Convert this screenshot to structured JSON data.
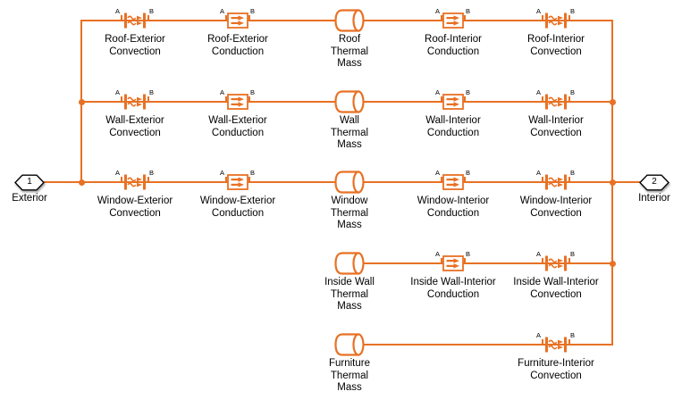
{
  "colors": {
    "accent": "#e87124",
    "text": "#000000",
    "background": "#ffffff"
  },
  "pins": {
    "a": "A",
    "b": "B"
  },
  "ports": [
    {
      "number": "1",
      "label": "Exterior",
      "direction": "left"
    },
    {
      "number": "2",
      "label": "Interior",
      "direction": "right"
    }
  ],
  "rows": [
    {
      "name": "roof",
      "blocks": [
        {
          "type": "convection",
          "label": "Roof-Exterior\nConvection"
        },
        {
          "type": "conduction",
          "label": "Roof-Exterior\nConduction"
        },
        {
          "type": "thermal_mass",
          "label": "Roof\nThermal\nMass"
        },
        {
          "type": "conduction",
          "label": "Roof-Interior\nConduction"
        },
        {
          "type": "convection",
          "label": "Roof-Interior\nConvection"
        }
      ]
    },
    {
      "name": "wall",
      "blocks": [
        {
          "type": "convection",
          "label": "Wall-Exterior\nConvection"
        },
        {
          "type": "conduction",
          "label": "Wall-Exterior\nConduction"
        },
        {
          "type": "thermal_mass",
          "label": "Wall\nThermal\nMass"
        },
        {
          "type": "conduction",
          "label": "Wall-Interior\nConduction"
        },
        {
          "type": "convection",
          "label": "Wall-Interior\nConvection"
        }
      ]
    },
    {
      "name": "window",
      "blocks": [
        {
          "type": "convection",
          "label": "Window-Exterior\nConvection"
        },
        {
          "type": "conduction",
          "label": "Window-Exterior\nConduction"
        },
        {
          "type": "thermal_mass",
          "label": "Window\nThermal\nMass"
        },
        {
          "type": "conduction",
          "label": "Window-Interior\nConduction"
        },
        {
          "type": "convection",
          "label": "Window-Interior\nConvection"
        }
      ]
    },
    {
      "name": "inside_wall",
      "blocks": [
        {
          "type": "thermal_mass",
          "label": "Inside Wall\nThermal\nMass"
        },
        {
          "type": "conduction",
          "label": "Inside Wall-Interior\nConduction"
        },
        {
          "type": "convection",
          "label": "Inside Wall-Interior\nConvection"
        }
      ]
    },
    {
      "name": "furniture",
      "blocks": [
        {
          "type": "thermal_mass",
          "label": "Furniture\nThermal\nMass"
        },
        {
          "type": "convection",
          "label": "Furniture-Interior\nConvection"
        }
      ]
    }
  ]
}
